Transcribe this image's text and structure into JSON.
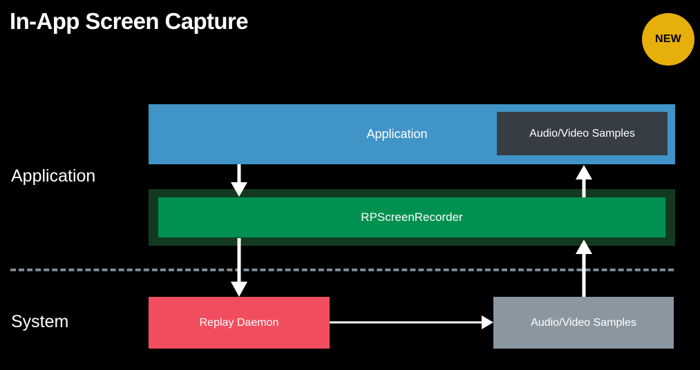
{
  "slide": {
    "title": "In-App Screen Capture",
    "badge": {
      "label": "NEW",
      "color": "#E6AF0B",
      "text_color": "#000000"
    },
    "background_color": "#000000"
  },
  "lanes": [
    {
      "name": "application",
      "label": "Application"
    },
    {
      "name": "system",
      "label": "System"
    }
  ],
  "divider": {
    "style": "dashed",
    "color": "#7E8A94"
  },
  "nodes": [
    {
      "id": "application-band",
      "label": "Application",
      "lane": "application",
      "color": "#4094C7",
      "text_color": "#FFFFFF"
    },
    {
      "id": "app-audio-video-samples",
      "label": "Audio/Video Samples",
      "lane": "application",
      "color": "#373D45",
      "text_color": "#FFFFFF"
    },
    {
      "id": "rpscreenrecorder",
      "label": "RPScreenRecorder",
      "lane": "application",
      "color": "#009150",
      "outline_color": "#133A21",
      "text_color": "#FFFFFF"
    },
    {
      "id": "replay-daemon",
      "label": "Replay Daemon",
      "lane": "system",
      "color": "#F04E5E",
      "text_color": "#FFFFFF"
    },
    {
      "id": "system-audio-video-samples",
      "label": "Audio/Video Samples",
      "lane": "system",
      "color": "#8A97A1",
      "text_color": "#FFFFFF"
    }
  ],
  "arrows": [
    {
      "id": "application-to-rpscreenrecorder",
      "from": "application-band",
      "to": "rpscreenrecorder",
      "direction": "down",
      "color": "#FFFFFF"
    },
    {
      "id": "rpscreenrecorder-to-replay-daemon",
      "from": "rpscreenrecorder",
      "to": "replay-daemon",
      "direction": "down",
      "color": "#FFFFFF"
    },
    {
      "id": "replay-daemon-to-system-samples",
      "from": "replay-daemon",
      "to": "system-audio-video-samples",
      "direction": "right",
      "color": "#FFFFFF"
    },
    {
      "id": "system-samples-to-rpscreenrecorder",
      "from": "system-audio-video-samples",
      "to": "rpscreenrecorder",
      "direction": "up",
      "color": "#FFFFFF"
    },
    {
      "id": "rpscreenrecorder-to-app-samples",
      "from": "rpscreenrecorder",
      "to": "app-audio-video-samples",
      "direction": "up",
      "color": "#FFFFFF"
    }
  ]
}
